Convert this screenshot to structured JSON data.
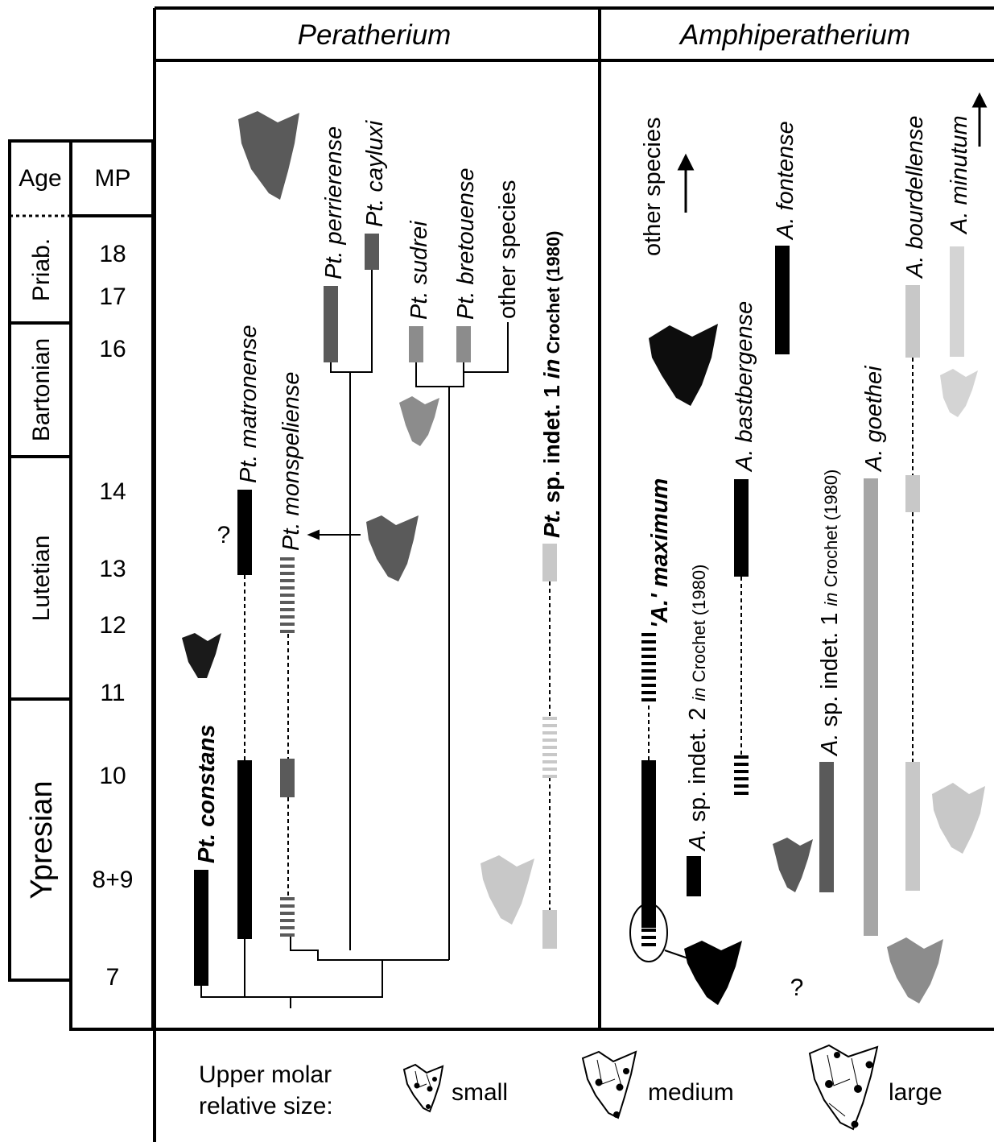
{
  "headers": {
    "left_genus": "Peratherium",
    "right_genus": "Amphiperatherium"
  },
  "timescale": {
    "age_header": "Age",
    "mp_header": "MP",
    "ages": [
      "Priab.",
      "Bartonian",
      "Lutetian",
      "Ypresian"
    ],
    "mp_levels": [
      "18",
      "17",
      "16",
      "14",
      "13",
      "12",
      "11",
      "10",
      "8+9",
      "7"
    ]
  },
  "peratherium": {
    "constans_genus": "Pt.",
    "constans_species": "constans",
    "matronense_genus": "Pt.",
    "matronense_species": "matronense",
    "monspeliense_genus": "Pt.",
    "monspeliense_species": "monspeliense",
    "perrierense_genus": "Pt.",
    "perrierense_species": "perrierense",
    "cayluxi_genus": "Pt.",
    "cayluxi_species": "cayluxi",
    "sudrei_genus": "Pt.",
    "sudrei_species": "sudrei",
    "bretouense_genus": "Pt.",
    "bretouense_species": "bretouense",
    "other_species": "other species",
    "indet_genus": "Pt.",
    "indet_rest": " sp. indet. 1 ",
    "indet_in": "in",
    "indet_ref": " Crochet (1980)",
    "question_mark": "?"
  },
  "amphiperatherium": {
    "other_species": "other species",
    "maximum_genus": "'A.'",
    "maximum_species": " maximum",
    "indet2_genus": "A.",
    "indet2_rest": " sp. indet. 2 ",
    "indet2_in": "in",
    "indet2_ref": " Crochet (1980)",
    "bastbergense_genus": "A.",
    "bastbergense_species": "bastbergense",
    "fontense_genus": "A.",
    "fontense_species": "fontense",
    "indet1_genus": "A.",
    "indet1_rest": " sp. indet. 1 ",
    "indet1_in": "in",
    "indet1_ref": " Crochet (1980)",
    "goethei_genus": "A.",
    "goethei_species": "goethei",
    "bourdellense_genus": "A.",
    "bourdellense_species": "bourdellense",
    "minutum_genus": "A.",
    "minutum_species": "minutum",
    "question_mark": "?"
  },
  "legend": {
    "title_line1": "Upper molar",
    "title_line2": "relative size:",
    "small": "small",
    "medium": "medium",
    "large": "large"
  },
  "colors": {
    "black": "#000000",
    "dark_grey": "#5a5a5a",
    "mid_grey": "#8c8c8c",
    "light_grey": "#a6a6a6",
    "pale_grey": "#c8c8c8",
    "paler_grey": "#d4d4d4"
  }
}
